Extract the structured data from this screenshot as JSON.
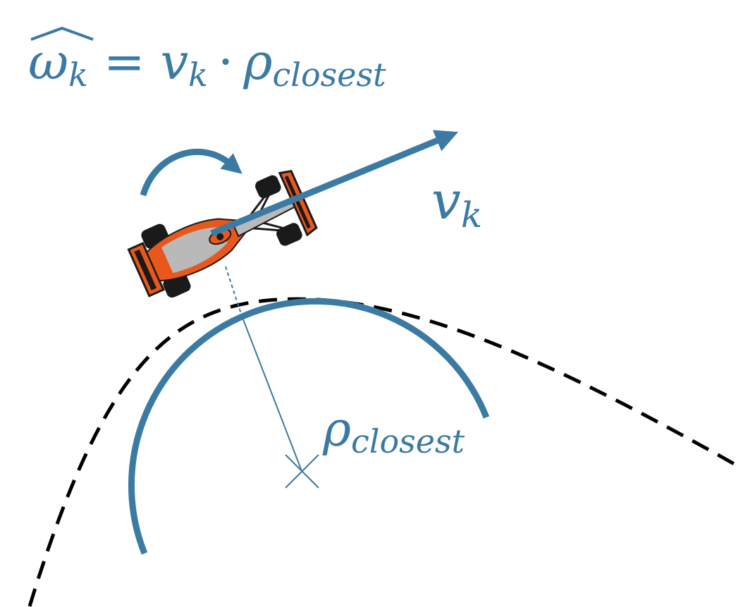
{
  "colors": {
    "accent": "#3b7aa3",
    "path": "#000000",
    "car_body": "#e8581c",
    "car_silver": "#b9b9b9",
    "car_dark": "#1a1a1a"
  },
  "formula": {
    "omega_symbol": "ω",
    "omega_subscript": "k",
    "equals": "=",
    "v_symbol": "v",
    "v_subscript": "k",
    "dot_operator": "·",
    "rho_symbol": "ρ",
    "rho_subscript": "closest"
  },
  "velocity_label": {
    "symbol": "v",
    "subscript": "k"
  },
  "radius_label": {
    "symbol": "ρ",
    "subscript": "closest"
  },
  "icons": {
    "vehicle": "race-car-icon",
    "rotation": "curved-arrow-icon",
    "center": "x-mark-icon"
  }
}
